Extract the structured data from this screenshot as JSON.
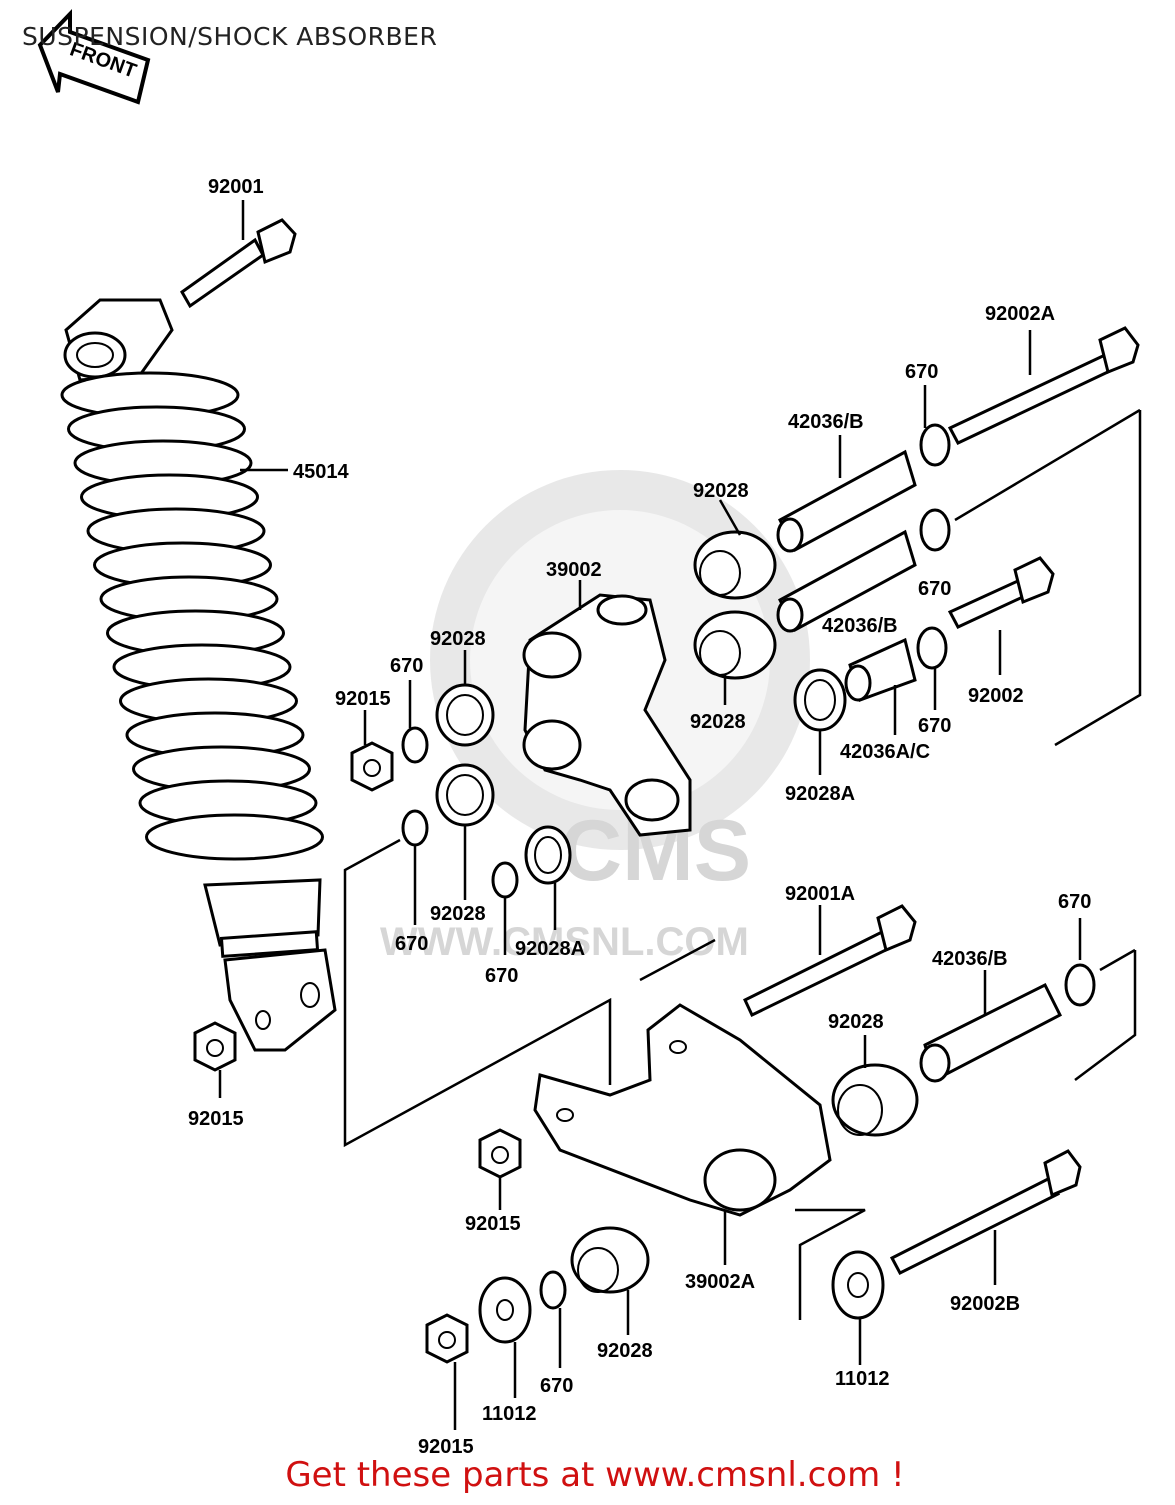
{
  "title": "SUSPENSION/SHOCK ABSORBER",
  "front_arrow": "FRONT",
  "watermark": {
    "logo": "CMS",
    "url": "WWW.CMSNL.COM"
  },
  "footer": "Get these parts at www.cmsnl.com !",
  "labels": {
    "l92001": "92001",
    "l45014": "45014",
    "l92015a": "92015",
    "l92015b": "92015",
    "l92015c": "92015",
    "l92015d": "92015",
    "l670a": "670",
    "l670b": "670",
    "l670c": "670",
    "l670d": "670",
    "l670e": "670",
    "l670f": "670",
    "l670g": "670",
    "l92028a": "92028",
    "l92028b": "92028",
    "l92028c": "92028",
    "l92028d": "92028",
    "l92028e": "92028",
    "l92028f": "92028",
    "l39002": "39002",
    "l39002A": "39002A",
    "l92028Aa": "92028A",
    "l92028Ab": "92028A",
    "l42036Ba": "42036/B",
    "l42036Bb": "42036/B",
    "l42036Bc": "42036/B",
    "l42036AC": "42036A/C",
    "l92002A": "92002A",
    "l92002": "92002",
    "l92002B": "92002B",
    "l92001A": "92001A",
    "l11012a": "11012",
    "l11012b": "11012"
  },
  "colors": {
    "line": "#000000",
    "footer": "#d01010",
    "watermark": "#d9d9d9"
  }
}
